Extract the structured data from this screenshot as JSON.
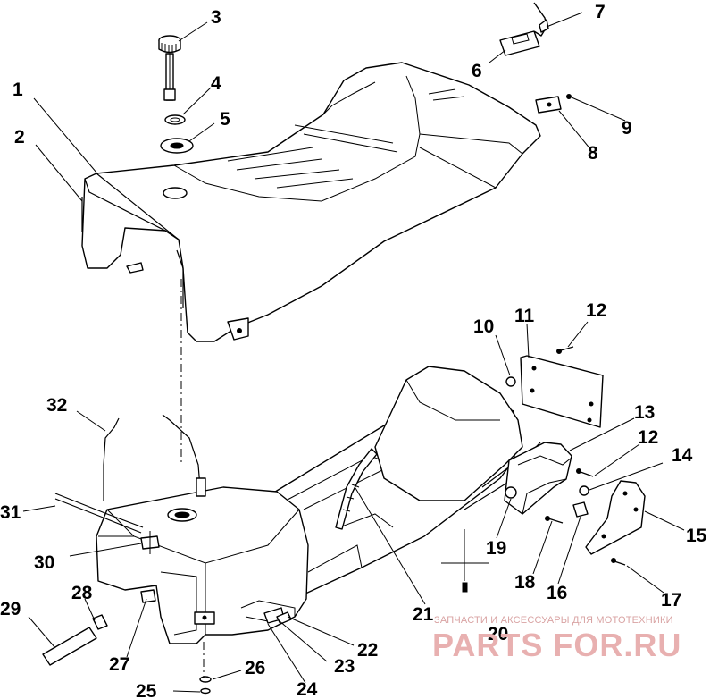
{
  "callouts": [
    {
      "n": "1"
    },
    {
      "n": "2"
    },
    {
      "n": "3"
    },
    {
      "n": "4"
    },
    {
      "n": "5"
    },
    {
      "n": "6"
    },
    {
      "n": "7"
    },
    {
      "n": "8"
    },
    {
      "n": "9"
    },
    {
      "n": "10"
    },
    {
      "n": "11"
    },
    {
      "n": "12"
    },
    {
      "n": "12"
    },
    {
      "n": "13"
    },
    {
      "n": "14"
    },
    {
      "n": "15"
    },
    {
      "n": "16"
    },
    {
      "n": "17"
    },
    {
      "n": "18"
    },
    {
      "n": "19"
    },
    {
      "n": "20"
    },
    {
      "n": "21"
    },
    {
      "n": "22"
    },
    {
      "n": "23"
    },
    {
      "n": "24"
    },
    {
      "n": "25"
    },
    {
      "n": "26"
    },
    {
      "n": "27"
    },
    {
      "n": "28"
    },
    {
      "n": "29"
    },
    {
      "n": "30"
    },
    {
      "n": "31"
    },
    {
      "n": "32"
    }
  ],
  "watermark": {
    "tagline": "ЗАПЧАСТИ И АКСЕССУАРЫ ДЛЯ МОТОТЕХНИКИ",
    "logo": "PARTS FOR.RU"
  }
}
